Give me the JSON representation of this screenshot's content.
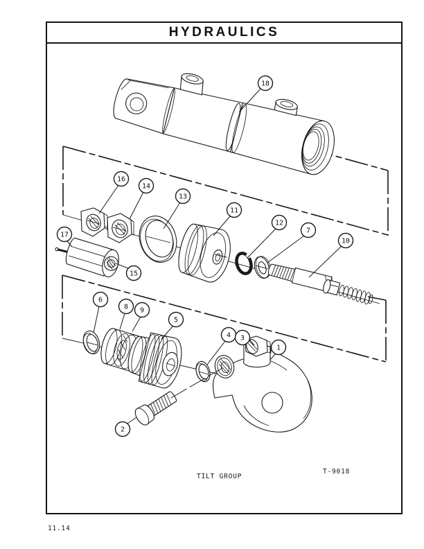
{
  "page": {
    "title": "HYDRAULICS",
    "caption": "TILT GROUP",
    "figure_number": "T-9018",
    "page_number": "11.14"
  },
  "callouts": {
    "c1": "1",
    "c2": "2",
    "c3": "3",
    "c4": "4",
    "c5": "5",
    "c6": "6",
    "c7": "7",
    "c8": "8",
    "c9": "9",
    "c10": "10",
    "c11": "11",
    "c12": "12",
    "c13": "13",
    "c14": "14",
    "c15": "15",
    "c16": "16",
    "c17": "17",
    "c18": "18"
  }
}
